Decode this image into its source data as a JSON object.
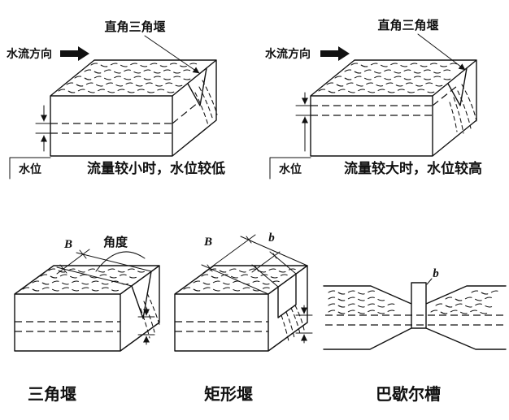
{
  "colors": {
    "ink": "#111111",
    "background": "#ffffff"
  },
  "diagrams": {
    "top_left": {
      "weir_label": "直角三角堰",
      "flow_label": "水流方向",
      "level_label": "水位",
      "caption": "流量较小时，水位较低"
    },
    "top_right": {
      "weir_label": "直角三角堰",
      "flow_label": "水流方向",
      "level_label": "水位",
      "caption": "流量较大时，水位较高"
    },
    "bottom_left": {
      "width_label": "B",
      "angle_label": "角度",
      "caption": "三角堰"
    },
    "bottom_middle": {
      "width_label": "B",
      "notch_label": "b",
      "caption": "矩形堰"
    },
    "bottom_right": {
      "throat_label": "b",
      "caption": "巴歇尔槽"
    }
  }
}
